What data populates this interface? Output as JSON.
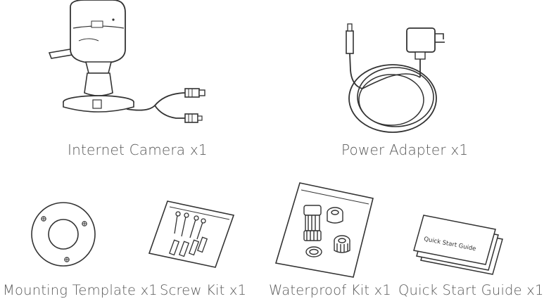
{
  "items": [
    {
      "id": "camera",
      "label": "Internet Camera x1",
      "icon": "internet-camera-icon"
    },
    {
      "id": "power",
      "label": "Power Adapter x1",
      "icon": "power-adapter-icon"
    },
    {
      "id": "template",
      "label": "Mounting Template x1",
      "icon": "mounting-template-icon"
    },
    {
      "id": "screw",
      "label": "Screw Kit x1",
      "icon": "screw-kit-icon"
    },
    {
      "id": "waterproof",
      "label": "Waterproof Kit x1",
      "icon": "waterproof-kit-icon"
    },
    {
      "id": "guide",
      "label": "Quick Start Guide x1",
      "icon": "quick-start-guide-icon"
    }
  ],
  "guide_card_text": "Quick Start Guide",
  "colors": {
    "ink": "#595959",
    "line": "#333333"
  }
}
